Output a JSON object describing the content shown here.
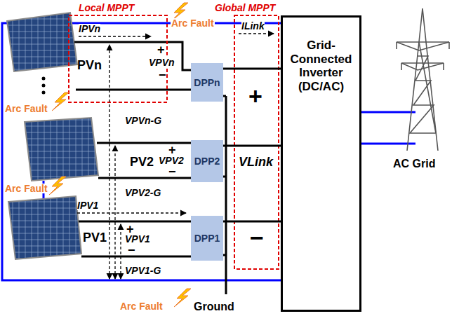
{
  "diagram": {
    "nodes": [
      {
        "text": [
          "DPPn"
        ]
      },
      {
        "text": [
          "DPP2"
        ]
      },
      {
        "text": [
          "DPP1"
        ]
      },
      {
        "text": [
          "Grid-Connected Inverter (DC/AC)"
        ]
      }
    ],
    "edges": [
      {
        "from": 0,
        "to": 3,
        "arrow": "none"
      },
      {
        "from": 1,
        "to": 3,
        "arrow": "none"
      },
      {
        "from": 2,
        "to": 3,
        "arrow": "none"
      }
    ],
    "labels": [
      "Local MPPT",
      "Global MPPT",
      "Arc Fault",
      "IPVn",
      "+",
      "VPVn",
      "−",
      "PVn",
      "Arc Fault",
      "PV2",
      "+",
      "VPV2",
      "−",
      "VPVn-G",
      "Arc Fault",
      "IPV1",
      "PV1",
      "+",
      "VPV1",
      "−",
      "VPV2-G",
      "VPV1-G",
      "Arc Fault",
      "Ground",
      "ILink",
      "+",
      "VLink",
      "−",
      "AC Grid"
    ]
  }
}
